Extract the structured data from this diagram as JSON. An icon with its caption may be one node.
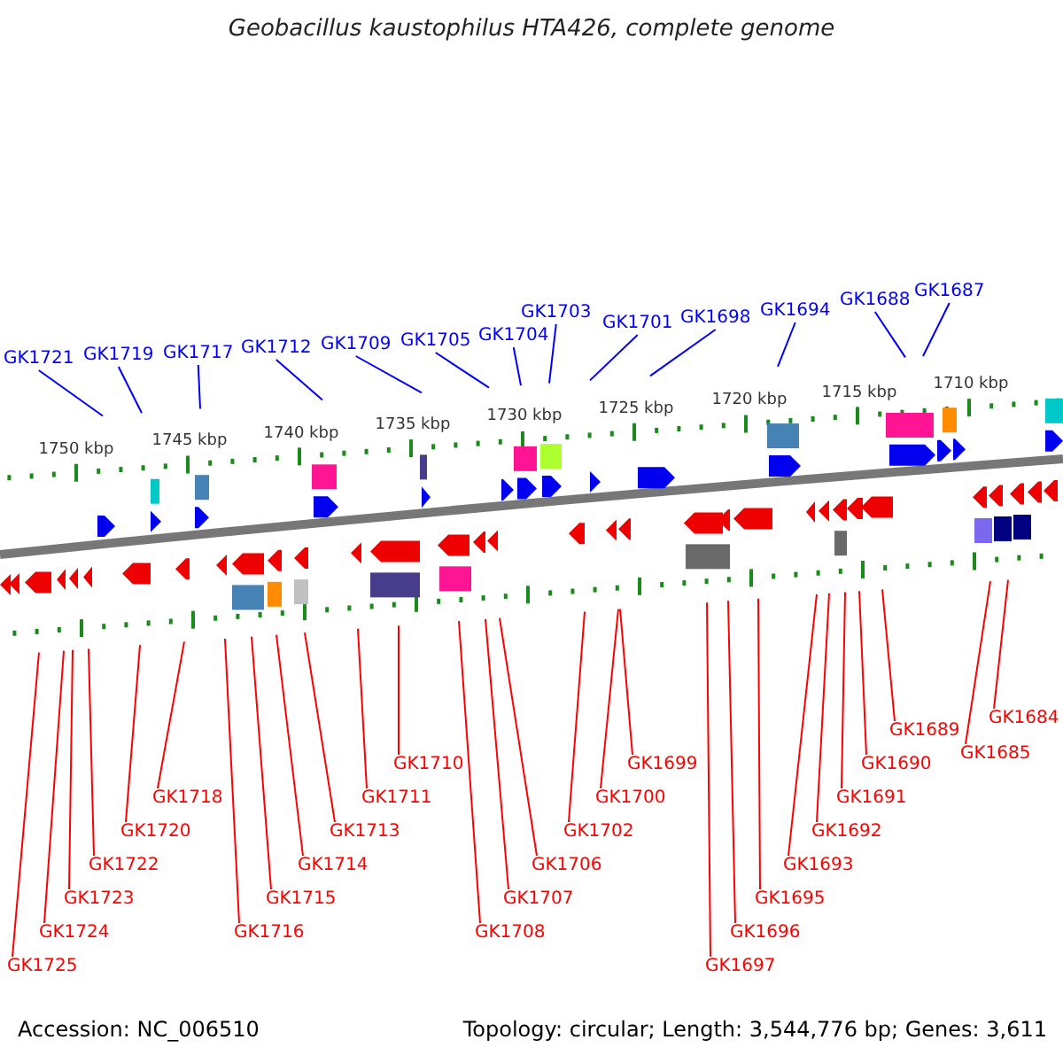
{
  "diagram": {
    "title": "Geobacillus kaustophilus HTA426, complete genome",
    "nodes": [
      {
        "text": [
          "GK1721"
        ]
      },
      {
        "text": [
          "GK1719"
        ]
      },
      {
        "text": [
          "GK1717"
        ]
      },
      {
        "text": [
          "GK1712"
        ]
      },
      {
        "text": [
          "GK1709"
        ]
      },
      {
        "text": [
          "GK1705"
        ]
      },
      {
        "text": [
          "GK1704"
        ]
      },
      {
        "text": [
          "GK1703"
        ]
      },
      {
        "text": [
          "GK1701"
        ]
      },
      {
        "text": [
          "GK1698"
        ]
      },
      {
        "text": [
          "GK1694"
        ]
      },
      {
        "text": [
          "GK1688"
        ]
      },
      {
        "text": [
          "GK1687"
        ]
      },
      {
        "text": [
          "GK1725"
        ]
      },
      {
        "text": [
          "GK1724"
        ]
      },
      {
        "text": [
          "GK1723"
        ]
      },
      {
        "text": [
          "GK1722"
        ]
      },
      {
        "text": [
          "GK1720"
        ]
      },
      {
        "text": [
          "GK1718"
        ]
      },
      {
        "text": [
          "GK1716"
        ]
      },
      {
        "text": [
          "GK1715"
        ]
      },
      {
        "text": [
          "GK1714"
        ]
      },
      {
        "text": [
          "GK1713"
        ]
      },
      {
        "text": [
          "GK1711"
        ]
      },
      {
        "text": [
          "GK1710"
        ]
      },
      {
        "text": [
          "GK1708"
        ]
      },
      {
        "text": [
          "GK1707"
        ]
      },
      {
        "text": [
          "GK1706"
        ]
      },
      {
        "text": [
          "GK1702"
        ]
      },
      {
        "text": [
          "GK1699"
        ]
      },
      {
        "text": [
          "GK1700"
        ]
      },
      {
        "text": [
          "GK1697"
        ]
      },
      {
        "text": [
          "GK1696"
        ]
      },
      {
        "text": [
          "GK1695"
        ]
      },
      {
        "text": [
          "GK1693"
        ]
      },
      {
        "text": [
          "GK1692"
        ]
      },
      {
        "text": [
          "GK1691"
        ]
      },
      {
        "text": [
          "GK1690"
        ]
      },
      {
        "text": [
          "GK1689"
        ]
      },
      {
        "text": [
          "GK1685"
        ]
      },
      {
        "text": [
          "GK1684"
        ]
      }
    ],
    "edges": [
      {
        "from": 0,
        "to": null,
        "arrow": "none",
        "color": "#0000ff"
      },
      {
        "from": 1,
        "to": null,
        "arrow": "none",
        "color": "#0000ff"
      },
      {
        "from": 2,
        "to": null,
        "arrow": "none",
        "color": "#0000ff"
      },
      {
        "from": 3,
        "to": null,
        "arrow": "none",
        "color": "#0000ff"
      },
      {
        "from": 4,
        "to": null,
        "arrow": "none",
        "color": "#0000ff"
      },
      {
        "from": 5,
        "to": null,
        "arrow": "none",
        "color": "#0000ff"
      },
      {
        "from": 6,
        "to": null,
        "arrow": "none",
        "color": "#0000ff"
      },
      {
        "from": 7,
        "to": null,
        "arrow": "none",
        "color": "#0000ff"
      },
      {
        "from": 8,
        "to": null,
        "arrow": "none",
        "color": "#0000ff"
      },
      {
        "from": 9,
        "to": null,
        "arrow": "none",
        "color": "#0000ff"
      },
      {
        "from": 10,
        "to": null,
        "arrow": "none",
        "color": "#0000ff"
      },
      {
        "from": 11,
        "to": null,
        "arrow": "none",
        "color": "#0000ff"
      },
      {
        "from": 12,
        "to": null,
        "arrow": "none",
        "color": "#0000ff"
      },
      {
        "from": 13,
        "to": null,
        "arrow": "none"
      },
      {
        "from": 14,
        "to": null,
        "arrow": "none"
      },
      {
        "from": 15,
        "to": null,
        "arrow": "none"
      },
      {
        "from": 16,
        "to": null,
        "arrow": "none"
      },
      {
        "from": 17,
        "to": null,
        "arrow": "none"
      },
      {
        "from": 18,
        "to": null,
        "arrow": "none"
      },
      {
        "from": 19,
        "to": null,
        "arrow": "none"
      },
      {
        "from": 20,
        "to": null,
        "arrow": "none"
      },
      {
        "from": 21,
        "to": null,
        "arrow": "none"
      },
      {
        "from": 22,
        "to": null,
        "arrow": "none"
      },
      {
        "from": 23,
        "to": null,
        "arrow": "none"
      },
      {
        "from": 24,
        "to": null,
        "arrow": "none"
      },
      {
        "from": 25,
        "to": null,
        "arrow": "none"
      },
      {
        "from": 26,
        "to": null,
        "arrow": "none"
      },
      {
        "from": 27,
        "to": null,
        "arrow": "none"
      },
      {
        "from": 28,
        "to": null,
        "arrow": "none"
      },
      {
        "from": 29,
        "to": null,
        "arrow": "none"
      },
      {
        "from": 30,
        "to": null,
        "arrow": "none"
      },
      {
        "from": 31,
        "to": null,
        "arrow": "none"
      },
      {
        "from": 32,
        "to": null,
        "arrow": "none"
      },
      {
        "from": 33,
        "to": null,
        "arrow": "none"
      },
      {
        "from": 34,
        "to": null,
        "arrow": "none"
      },
      {
        "from": 35,
        "to": null,
        "arrow": "none"
      },
      {
        "from": 36,
        "to": null,
        "arrow": "none"
      },
      {
        "from": 37,
        "to": null,
        "arrow": "none"
      },
      {
        "from": 38,
        "to": null,
        "arrow": "none"
      },
      {
        "from": 39,
        "to": null,
        "arrow": "none"
      },
      {
        "from": 40,
        "to": null,
        "arrow": "none"
      }
    ],
    "labels": [
      "1750 kbp",
      "1745 kbp",
      "1740 kbp",
      "1735 kbp",
      "1730 kbp",
      "1725 kbp",
      "1720 kbp",
      "1715 kbp",
      "1710 kbp",
      "Accession: NC_006510",
      "Topology: circular; Length: 3,544,776 bp; Genes: 3,611"
    ]
  }
}
